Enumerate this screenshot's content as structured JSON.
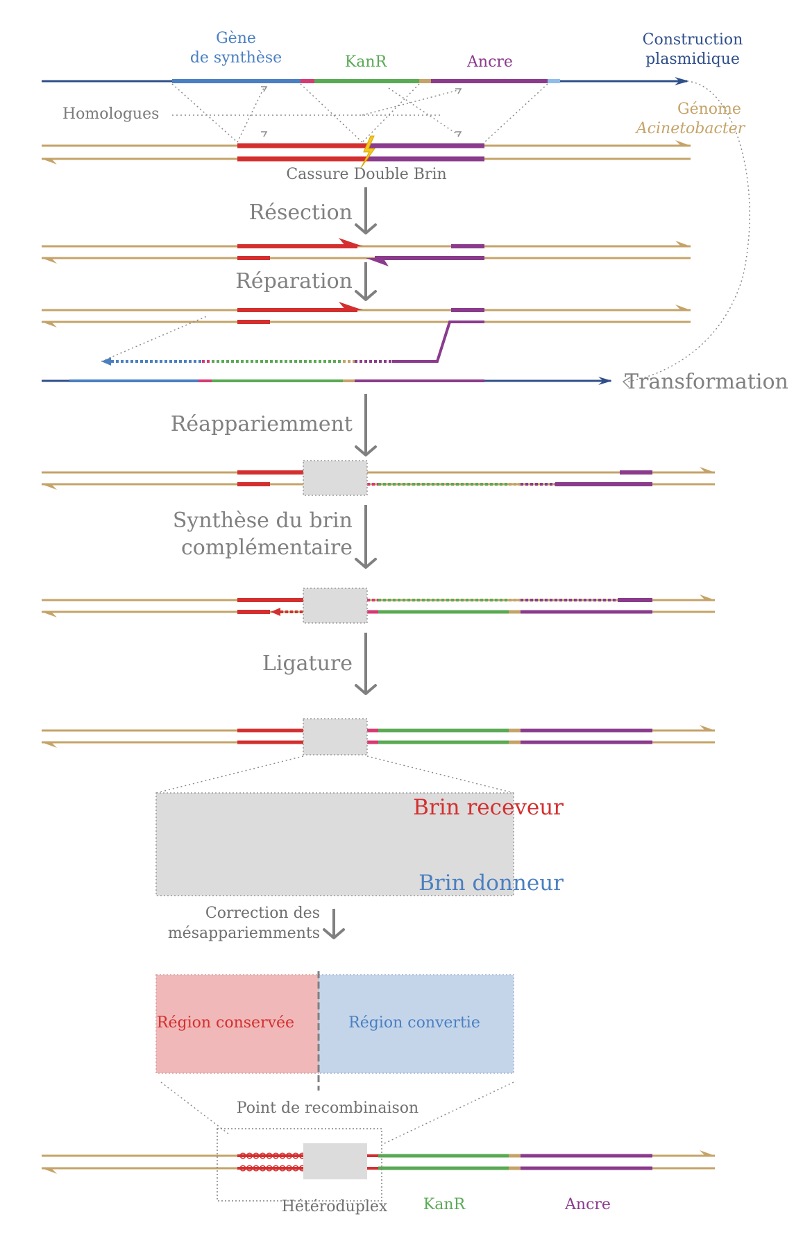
{
  "colors": {
    "genome": "#c5a368",
    "plasmid": "#2f4f8a",
    "synthesis_gene": "#4a7fc1",
    "kanr": "#5aa954",
    "anchor": "#8a3b8c",
    "link": "#d63a72",
    "homology": "#d42f2f",
    "light_blue": "#8fbde8",
    "step_gray": "#808080",
    "label_gray": "#7a7a7a",
    "box_gray": "#dcdcdc",
    "conserved_bg": "#f0b8b8",
    "converted_bg": "#c4d5ea"
  },
  "labels": {
    "synthesis_gene_1": "Gène",
    "synthesis_gene_2": "de synthèse",
    "kanr_top": "KanR",
    "anchor_top": "Ancre",
    "plasmid_1": "Construction",
    "plasmid_2": "plasmidique",
    "homologues": "Homologues",
    "genome_1": "Génome",
    "genome_2": "Acinetobacter",
    "dsb": "Cassure Double Brin",
    "transformation": "Transformation",
    "recipient": "Brin receveur",
    "donor": "Brin donneur",
    "mismatch_1": "Correction des",
    "mismatch_2": "mésappariemments",
    "conserved": "Région conservée",
    "converted": "Région convertie",
    "recomb_point": "Point de recombinaison",
    "heteroduplex": "Hétéroduplex",
    "kanr_bottom": "KanR",
    "anchor_bottom": "Ancre"
  },
  "steps": [
    {
      "label": "Résection"
    },
    {
      "label": "Réparation"
    },
    {
      "label": "Réappariemment"
    },
    {
      "label": "Synthèse du brin"
    },
    {
      "label": "complémentaire"
    },
    {
      "label": "Ligature"
    }
  ]
}
